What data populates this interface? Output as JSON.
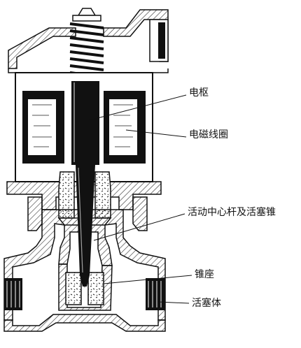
{
  "labels": {
    "armature": "电枢",
    "coil": "电磁线圈",
    "rod": "活动中心杆及活塞锥",
    "seat": "锥座",
    "body": "活塞体"
  },
  "colors": {
    "ink": "#111111",
    "paper": "#ffffff",
    "hatch": "#333333"
  }
}
